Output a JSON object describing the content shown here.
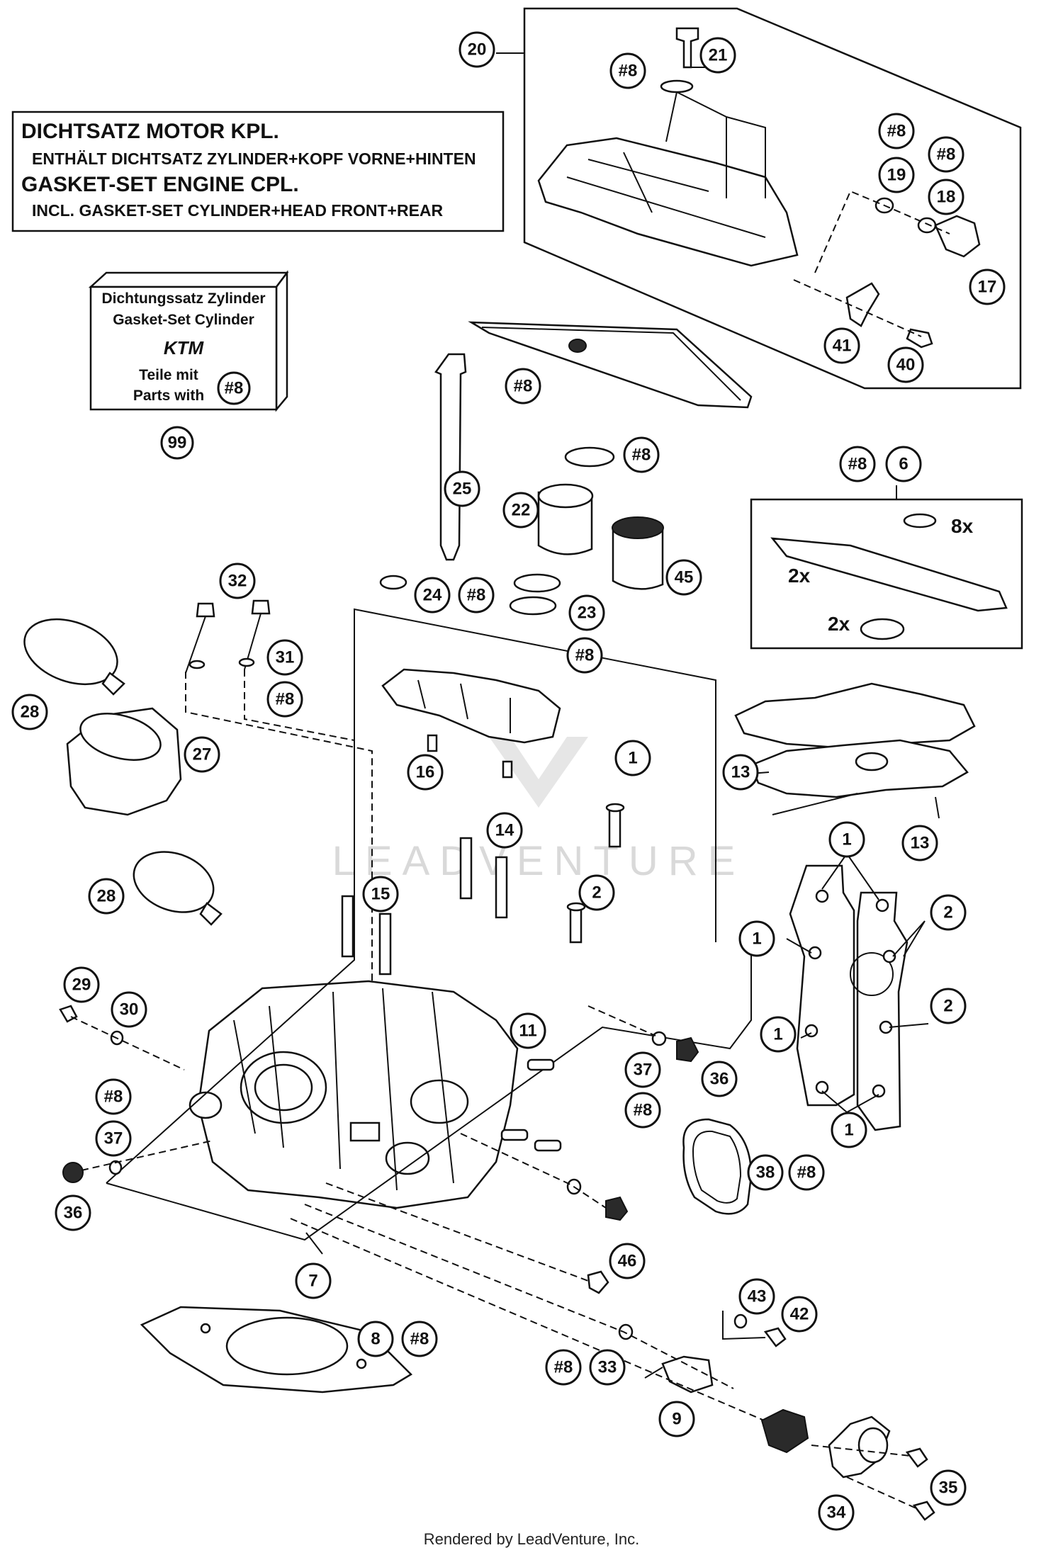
{
  "gasket_set_box": {
    "line1": "DICHTSATZ MOTOR KPL.",
    "line2": "ENTHÄLT DICHTSATZ ZYLINDER+KOPF VORNE+HINTEN",
    "line3": "GASKET-SET ENGINE CPL.",
    "line4": "INCL. GASKET-SET CYLINDER+HEAD FRONT+REAR"
  },
  "package": {
    "line1": "Dichtungssatz Zylinder",
    "line2": "Gasket-Set Cylinder",
    "brand": "KTM",
    "line3": "Teile mit",
    "line4": "Parts with",
    "ref": "#8",
    "number": "99"
  },
  "callouts": [
    {
      "label": "20"
    },
    {
      "label": "21"
    },
    {
      "label": "#8"
    },
    {
      "label": "#8"
    },
    {
      "label": "#8"
    },
    {
      "label": "19"
    },
    {
      "label": "18"
    },
    {
      "label": "17"
    },
    {
      "label": "41"
    },
    {
      "label": "40"
    },
    {
      "label": "#8"
    },
    {
      "label": "#8"
    },
    {
      "label": "25"
    },
    {
      "label": "22"
    },
    {
      "label": "45"
    },
    {
      "label": "24"
    },
    {
      "label": "#8"
    },
    {
      "label": "23"
    },
    {
      "label": "#8"
    },
    {
      "label": "#8"
    },
    {
      "label": "6"
    },
    {
      "label": "32"
    },
    {
      "label": "31"
    },
    {
      "label": "#8"
    },
    {
      "label": "28"
    },
    {
      "label": "27"
    },
    {
      "label": "16"
    },
    {
      "label": "13"
    },
    {
      "label": "13"
    },
    {
      "label": "1"
    },
    {
      "label": "14"
    },
    {
      "label": "15"
    },
    {
      "label": "28"
    },
    {
      "label": "2"
    },
    {
      "label": "1"
    },
    {
      "label": "2"
    },
    {
      "label": "1"
    },
    {
      "label": "2"
    },
    {
      "label": "1"
    },
    {
      "label": "1"
    },
    {
      "label": "29"
    },
    {
      "label": "30"
    },
    {
      "label": "11"
    },
    {
      "label": "37"
    },
    {
      "label": "36"
    },
    {
      "label": "#8"
    },
    {
      "label": "#8"
    },
    {
      "label": "37"
    },
    {
      "label": "36"
    },
    {
      "label": "38"
    },
    {
      "label": "#8"
    },
    {
      "label": "46"
    },
    {
      "label": "7"
    },
    {
      "label": "43"
    },
    {
      "label": "42"
    },
    {
      "label": "8"
    },
    {
      "label": "#8"
    },
    {
      "label": "#8"
    },
    {
      "label": "33"
    },
    {
      "label": "9"
    },
    {
      "label": "35"
    },
    {
      "label": "34"
    }
  ],
  "quantities": [
    "8x",
    "2x",
    "2x"
  ],
  "watermark": "LEADVENTURE",
  "footer": "Rendered by LeadVenture, Inc."
}
